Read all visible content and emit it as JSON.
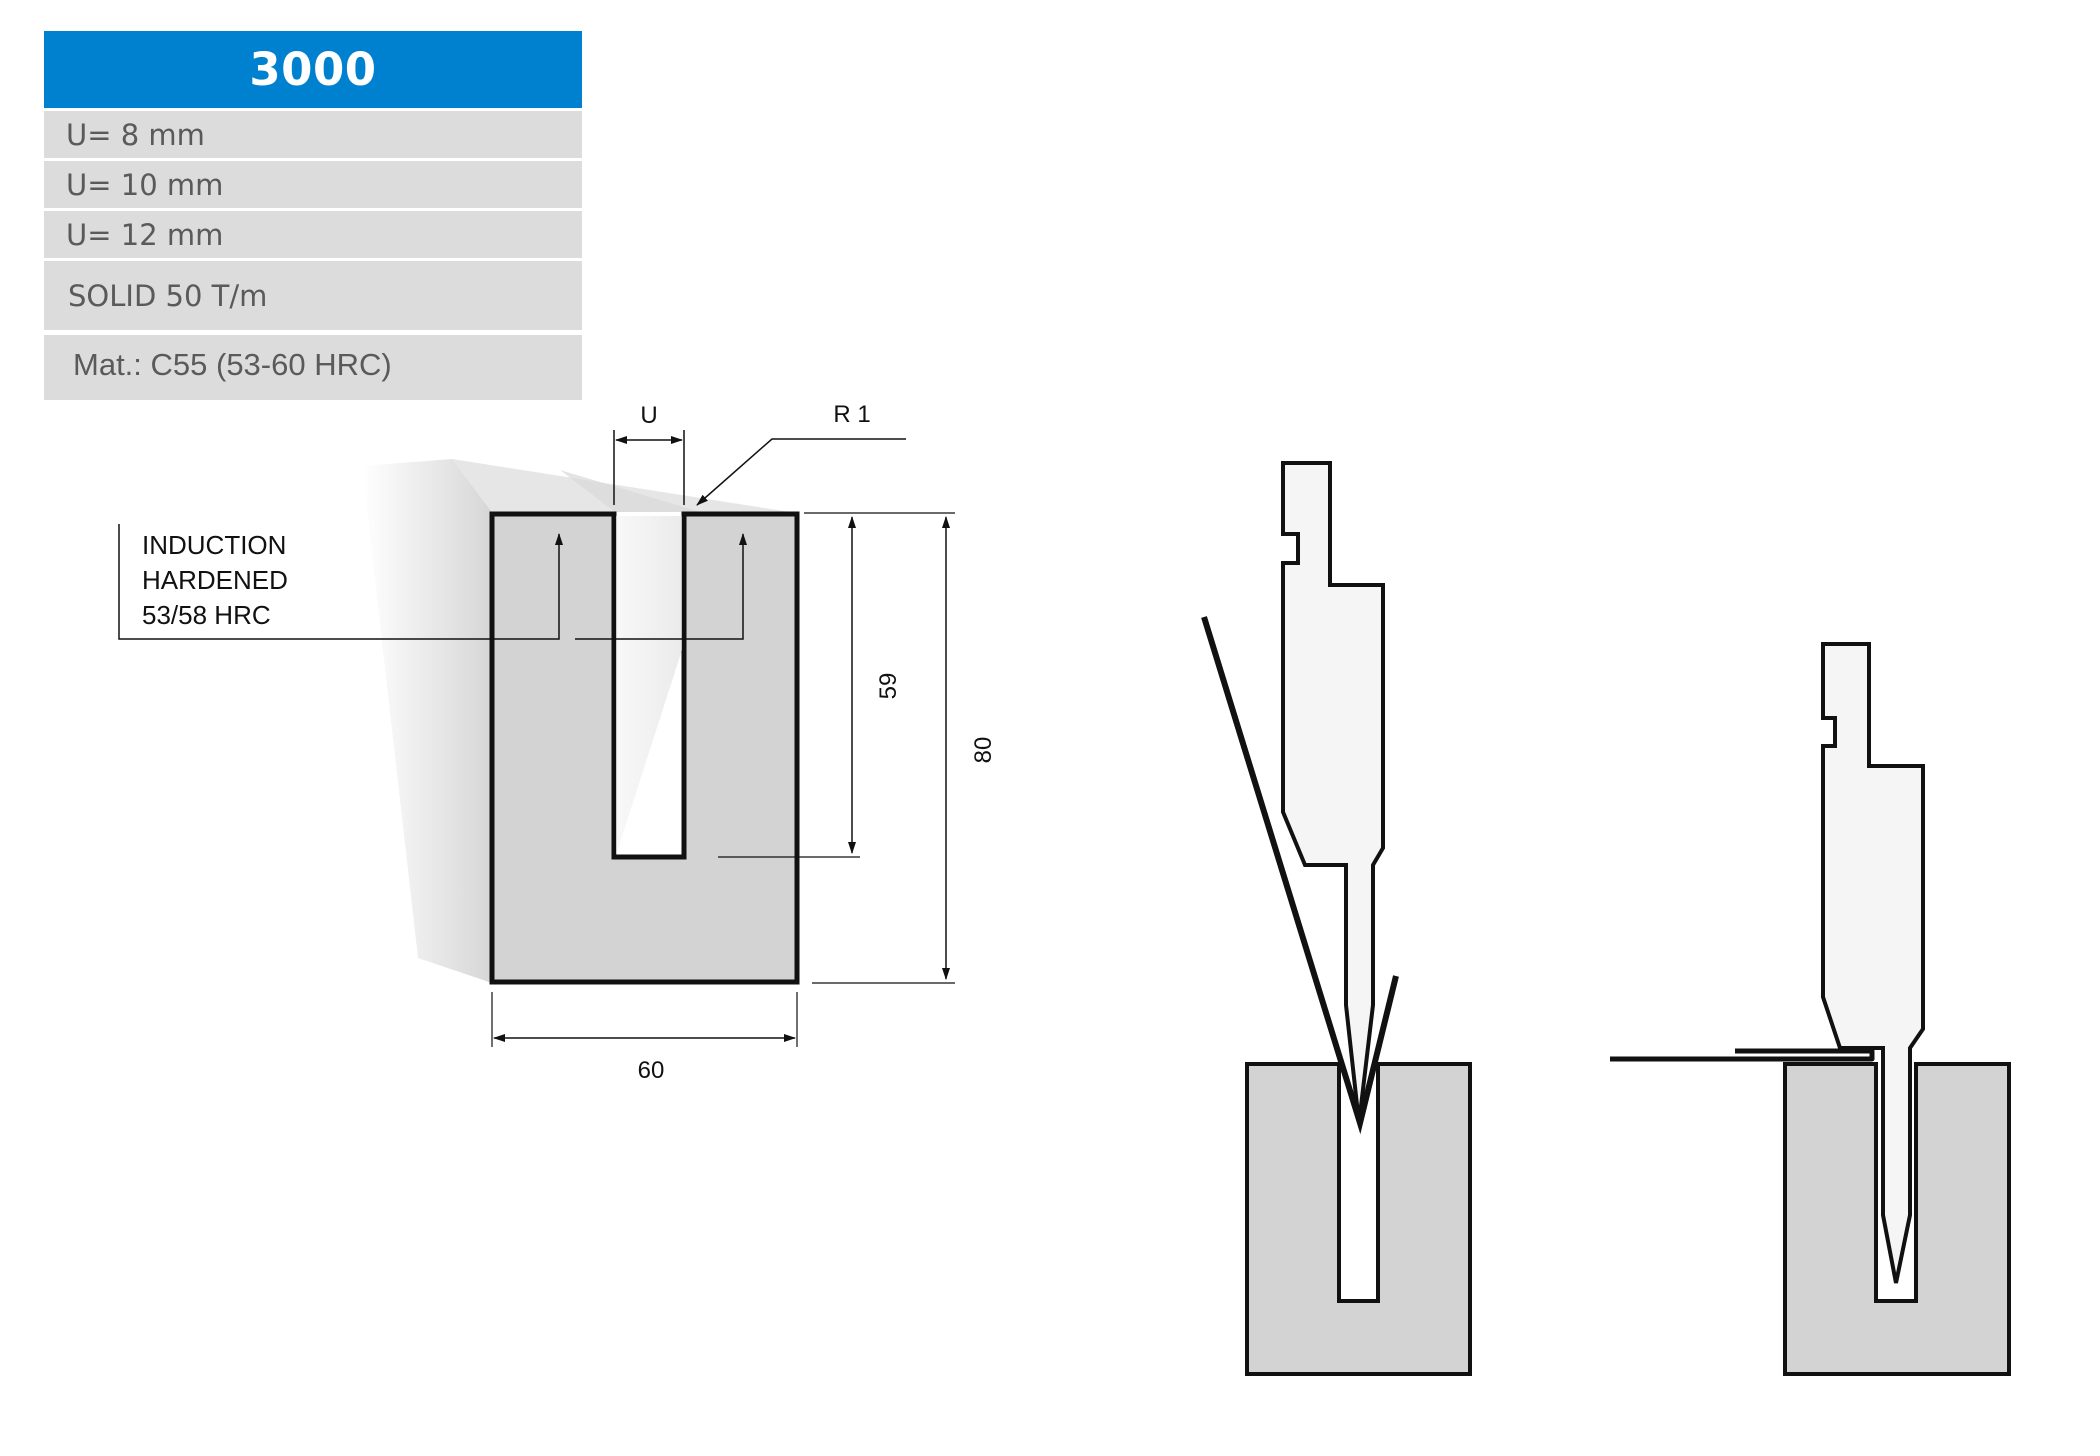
{
  "spec_table": {
    "header": "3000",
    "u_rows": [
      "U= 8 mm",
      "U= 10 mm",
      "U= 12 mm"
    ],
    "capacity": "SOLID  50 T/m",
    "material": "Mat.: C55 (53-60 HRC)"
  },
  "drawing": {
    "u_label": "U",
    "radius_label": "R 1",
    "hardening_note": [
      "INDUCTION",
      "HARDENED",
      "53/58 HRC"
    ],
    "depth_label": "59",
    "height_label": "80",
    "width_label": "60"
  },
  "colors": {
    "header_blue": "#0081d0",
    "row_gray": "#dcdcdc",
    "die_fill": "#d3d3d3",
    "punch_fill": "#f5f5f5",
    "outline": "#111111"
  }
}
